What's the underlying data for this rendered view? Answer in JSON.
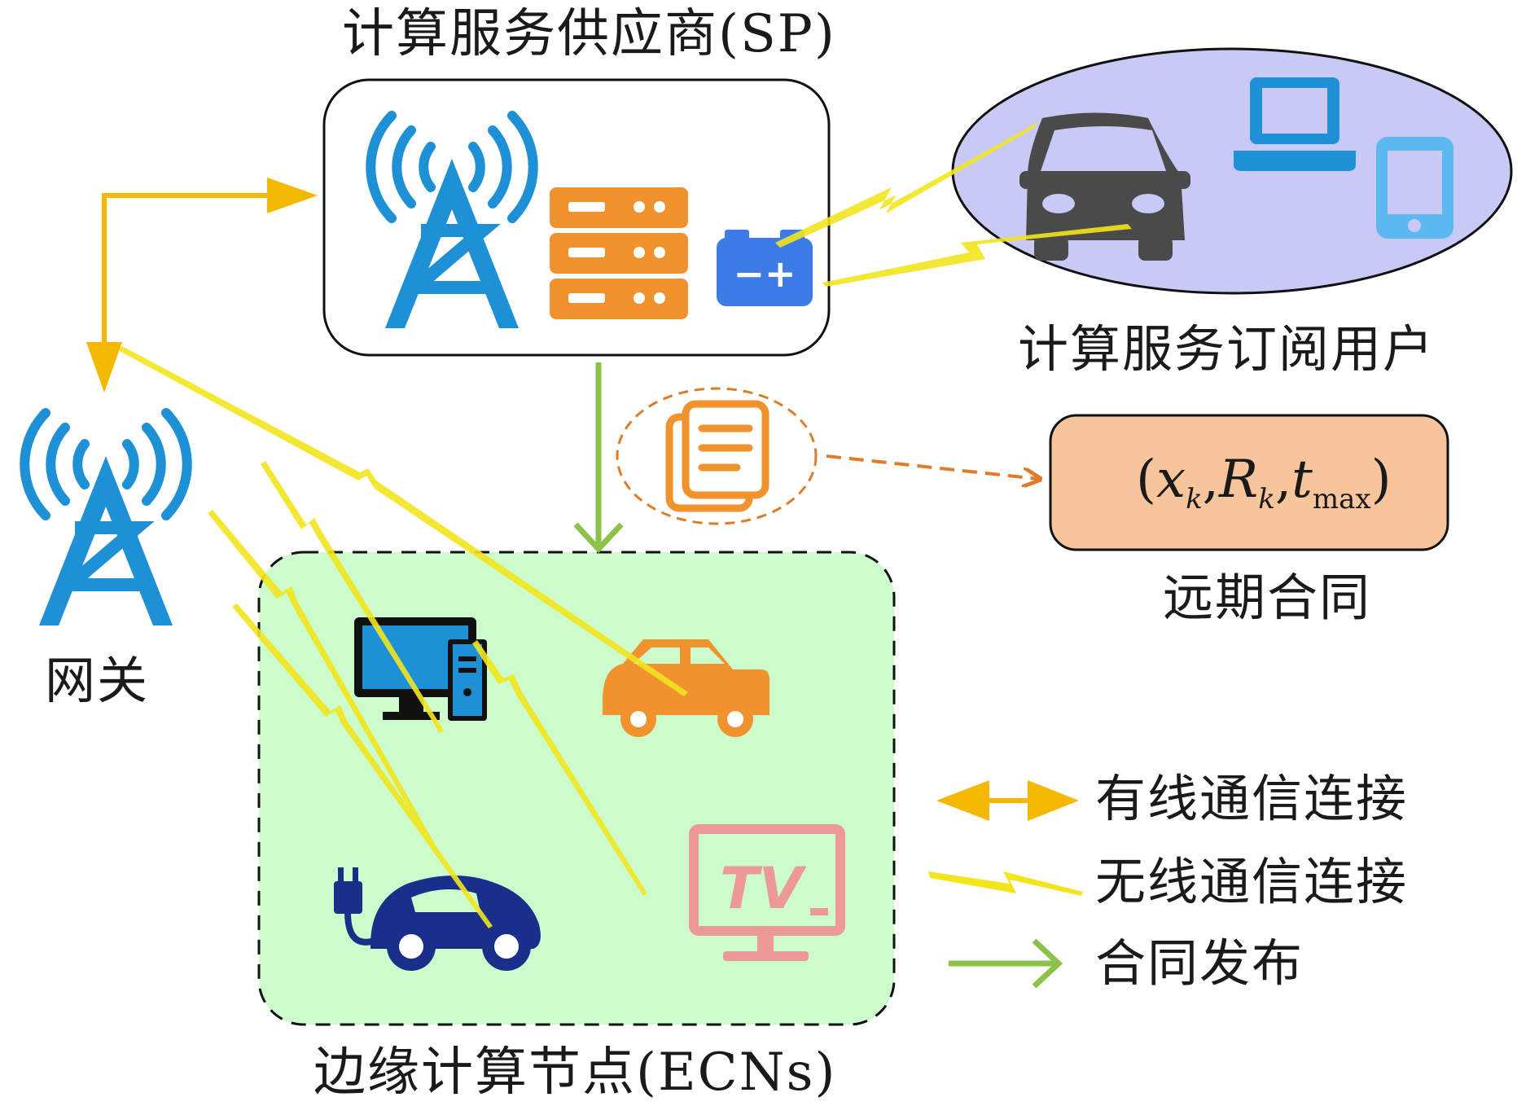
{
  "sp": {
    "label": "计算服务供应商(SP)"
  },
  "users": {
    "label": "计算服务订阅用户"
  },
  "gateway": {
    "label": "网关"
  },
  "ecn": {
    "label": "边缘计算节点(ECNs)"
  },
  "contract": {
    "label": "远期合同",
    "formula": {
      "open": "(",
      "x": "x",
      "x_sub": "k",
      "r": "R",
      "r_sub": "k",
      "t": "t",
      "t_sub": "max",
      "close": ")",
      "sep": ","
    }
  },
  "tv": {
    "text": "TV"
  },
  "battery": {
    "text": "−+"
  },
  "legend": {
    "wired": "有线通信连接",
    "wireless": "无线通信连接",
    "release": "合同发布"
  },
  "colors": {
    "wired": "#f5b800",
    "wireless": "#f2e51e",
    "release": "#8bc34a",
    "contract_link": "#e07b2a",
    "ecn_fill": "#ccfccc",
    "users_fill": "#c9c9f5",
    "contract_fill": "#f7c59c",
    "tower": "#1e90d6",
    "server": "#f0922e"
  }
}
